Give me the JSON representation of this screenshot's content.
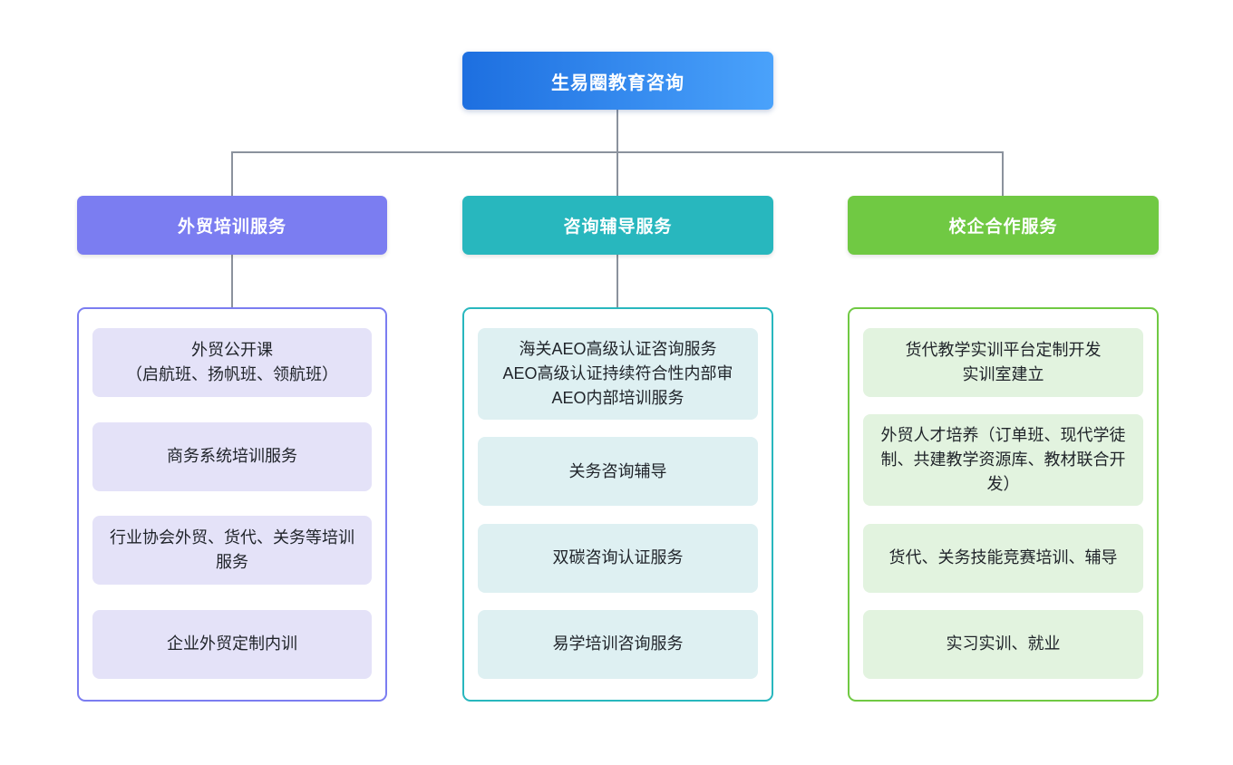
{
  "root": {
    "label": "生易圈教育咨询"
  },
  "columns": [
    {
      "title": "外贸培训服务",
      "items": [
        "外贸公开课\n（启航班、扬帆班、领航班）",
        "商务系统培训服务",
        "行业协会外贸、货代、关务等培训服务",
        "企业外贸定制内训"
      ]
    },
    {
      "title": "咨询辅导服务",
      "items": [
        "海关AEO高级认证咨询服务\nAEO高级认证持续符合性内部审\nAEO内部培训服务",
        "关务咨询辅导",
        "双碳咨询认证服务",
        "易学培训咨询服务"
      ]
    },
    {
      "title": "校企合作服务",
      "items": [
        "货代教学实训平台定制开发\n实训室建立",
        "外贸人才培养（订单班、现代学徒制、共建教学资源库、教材联合开发）",
        "货代、关务技能竞赛培训、辅导",
        "实习实训、就业"
      ]
    }
  ],
  "colors": {
    "root_gradient_start": "#1d6fe0",
    "root_gradient_end": "#4aa2fb",
    "branch_purple": "#7b7df1",
    "branch_teal": "#28b7be",
    "branch_green": "#70c943",
    "item_bg_purple": "#e4e2f8",
    "item_bg_teal": "#def0f2",
    "item_bg_green": "#e2f3df",
    "connector_gray": "#8b929d"
  }
}
